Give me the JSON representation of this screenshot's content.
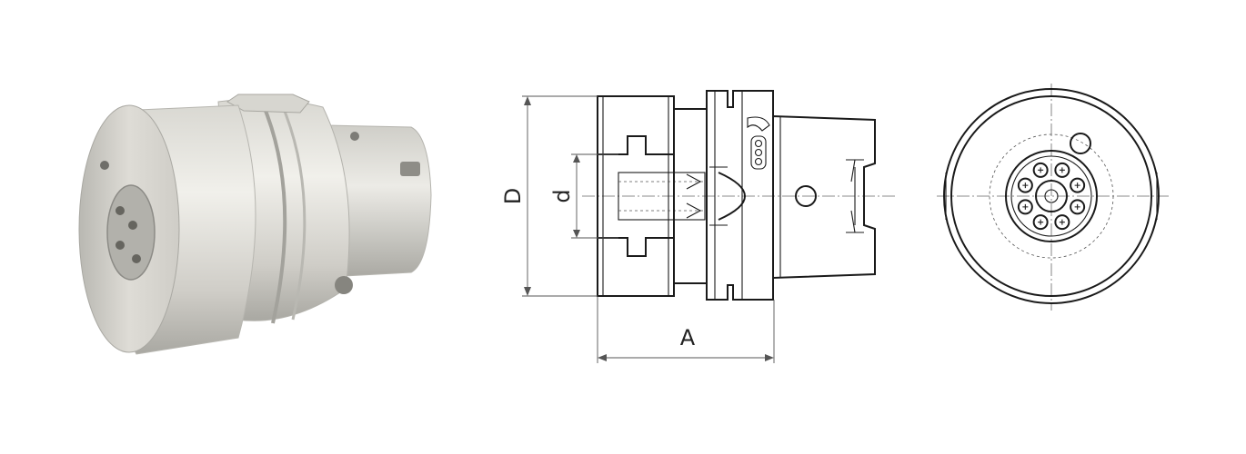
{
  "dimensions": {
    "diameter_label": "D",
    "bore_label": "d",
    "length_label": "A"
  },
  "colors": {
    "metal_light": "#e9e8e3",
    "metal_mid": "#cfcec8",
    "metal_dark": "#9c9b95",
    "line": "#1a1a1a"
  }
}
